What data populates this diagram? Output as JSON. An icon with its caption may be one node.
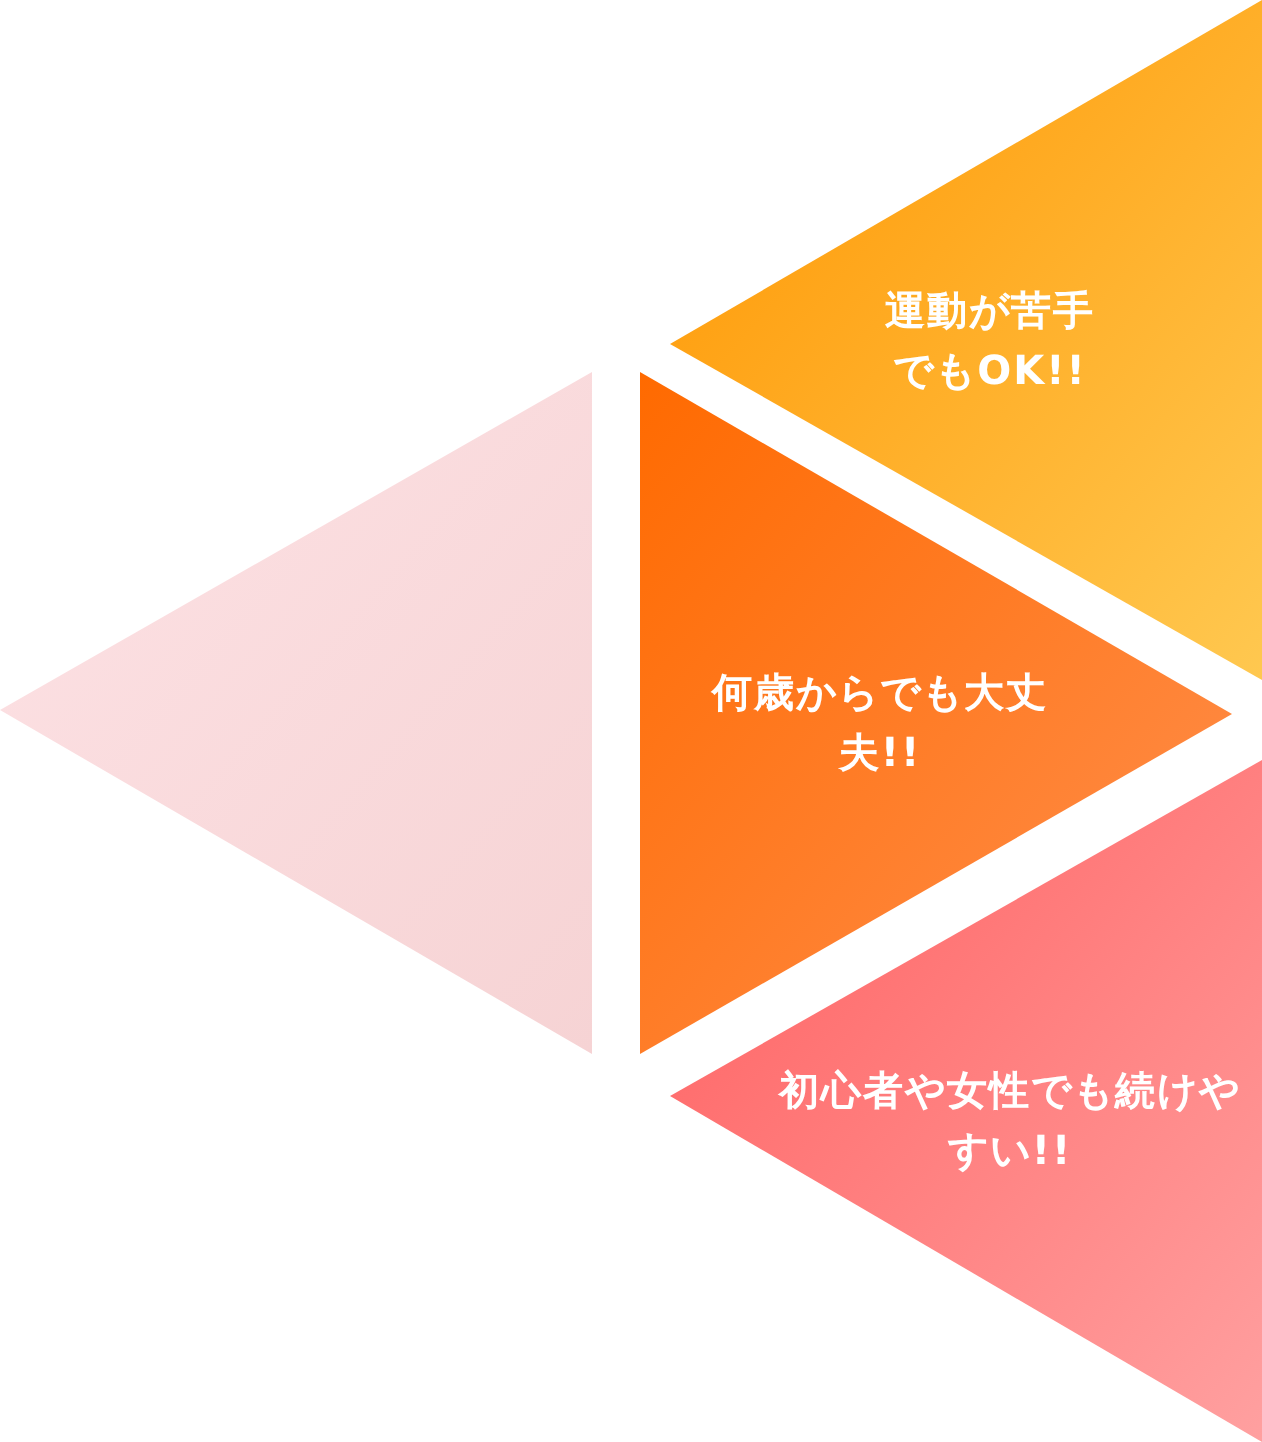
{
  "diagram": {
    "nodes": [
      {
        "text": [
          "運動が苦手でもOK!!"
        ]
      },
      {
        "text": [],
        "shape": "triangle"
      },
      {
        "text": [
          "何歳からでも大丈夫!!"
        ]
      },
      {
        "text": [
          "初心者や女性でも続けやすい!!"
        ]
      }
    ]
  }
}
